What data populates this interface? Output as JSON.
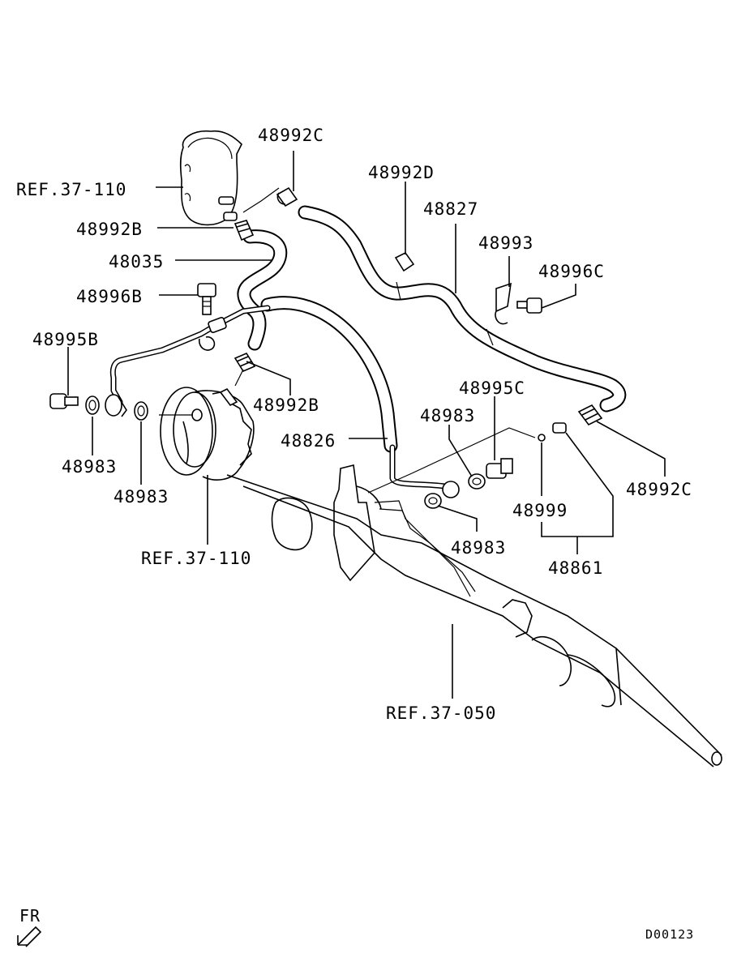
{
  "labels": {
    "p48992C_top": "48992C",
    "ref37110_top": "REF.37-110",
    "p48992B_top": "48992B",
    "p48035": "48035",
    "p48996B": "48996B",
    "p48995B": "48995B",
    "p48983_left1": "48983",
    "p48983_left2": "48983",
    "ref37110_mid": "REF.37-110",
    "p48992B_mid": "48992B",
    "p48826": "48826",
    "p48992D": "48992D",
    "p48827": "48827",
    "p48993": "48993",
    "p48996C": "48996C",
    "p48995C": "48995C",
    "p48983_right1": "48983",
    "p48983_right2": "48983",
    "p48992C_right": "48992C",
    "p48999": "48999",
    "p48861": "48861",
    "ref37050": "REF.37-050"
  },
  "footer": {
    "direction": "FR",
    "drawing_code": "D00123"
  },
  "icons": {
    "direction_arrow": "fr-arrow-icon"
  }
}
